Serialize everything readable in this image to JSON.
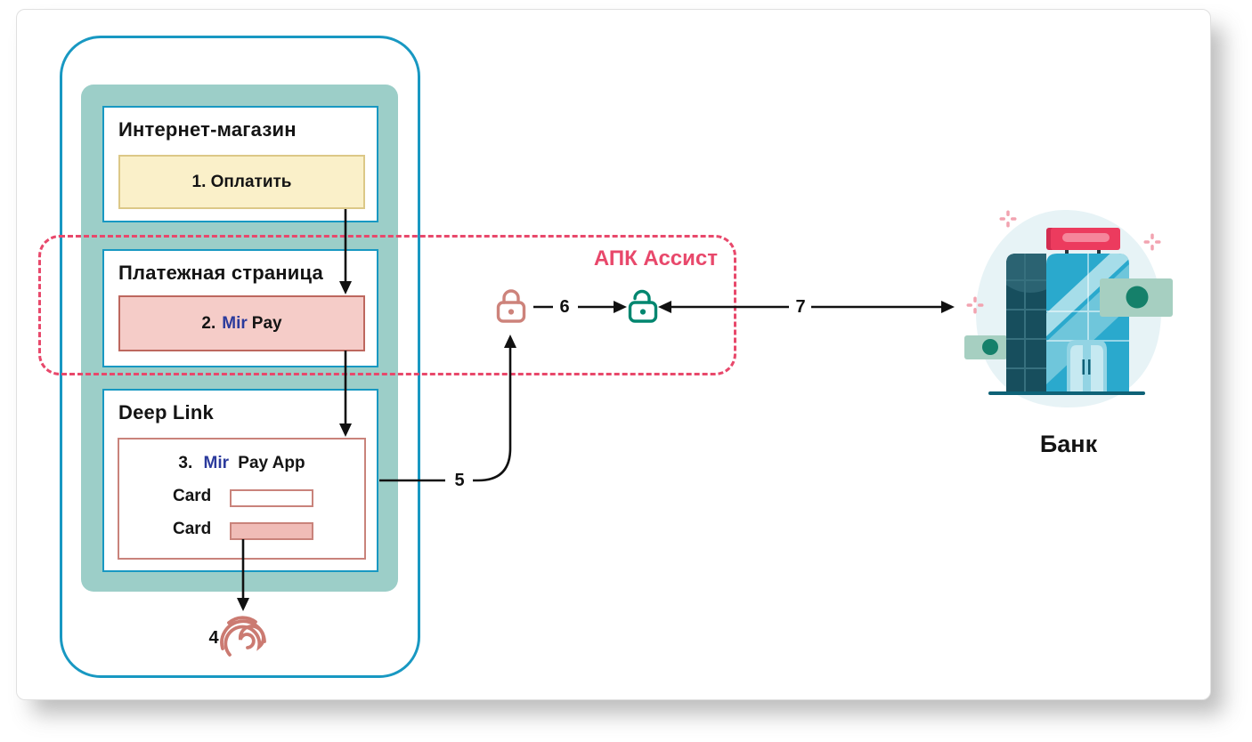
{
  "diagram": {
    "phone": {
      "shop": {
        "title": "Интернет-магазин",
        "button_label": "1. Оплатить"
      },
      "payment_page": {
        "title": "Платежная страница",
        "button": {
          "step": "2.",
          "brand": "Mir",
          "rest": "Pay"
        }
      },
      "deeplink": {
        "title": "Deep Link",
        "app": {
          "step": "3.",
          "brand": "Mir",
          "rest": "Pay App"
        },
        "card_rows": [
          {
            "label": "Card",
            "filled": false
          },
          {
            "label": "Card",
            "filled": true
          }
        ]
      }
    },
    "assist": {
      "label": "АПК Ассист"
    },
    "bank": {
      "label": "Банк"
    },
    "steps": {
      "fingerprint": "4",
      "to_assist": "5",
      "lock_to_lock": "6",
      "to_bank": "7"
    },
    "icons": [
      "fingerprint-icon",
      "lock-closed-icon",
      "lock-open-icon",
      "bank-illustration",
      "sparkle-icon",
      "money-bill-icon"
    ],
    "colors": {
      "phone_border": "#1898C2",
      "screen_panel": "#9CCEC8",
      "button_yellow_bg": "#FAF0C9",
      "button_yellow_border": "#DCC887",
      "button_pink_bg": "#F5CCC8",
      "button_pink_border": "#BD675E",
      "app_box_border": "#C9837B",
      "card_filled": "#F0BCB7",
      "assist_dashed": "#E8486B",
      "lock_closed": "#CD837B",
      "lock_open": "#00866F",
      "fingerprint": "#CB7A71",
      "mir_brand_blue": "#2B3A9C",
      "arrow": "#111111",
      "bank_dark": "#174E5D",
      "bank_light": "#2AA9CD",
      "bank_sign": "#EC3B5E",
      "bank_money": "#A6CFC1",
      "bank_money_dot": "#15806A",
      "bank_blob": "#E7F3F6",
      "sparkle_pink": "#F2A3B0"
    }
  }
}
